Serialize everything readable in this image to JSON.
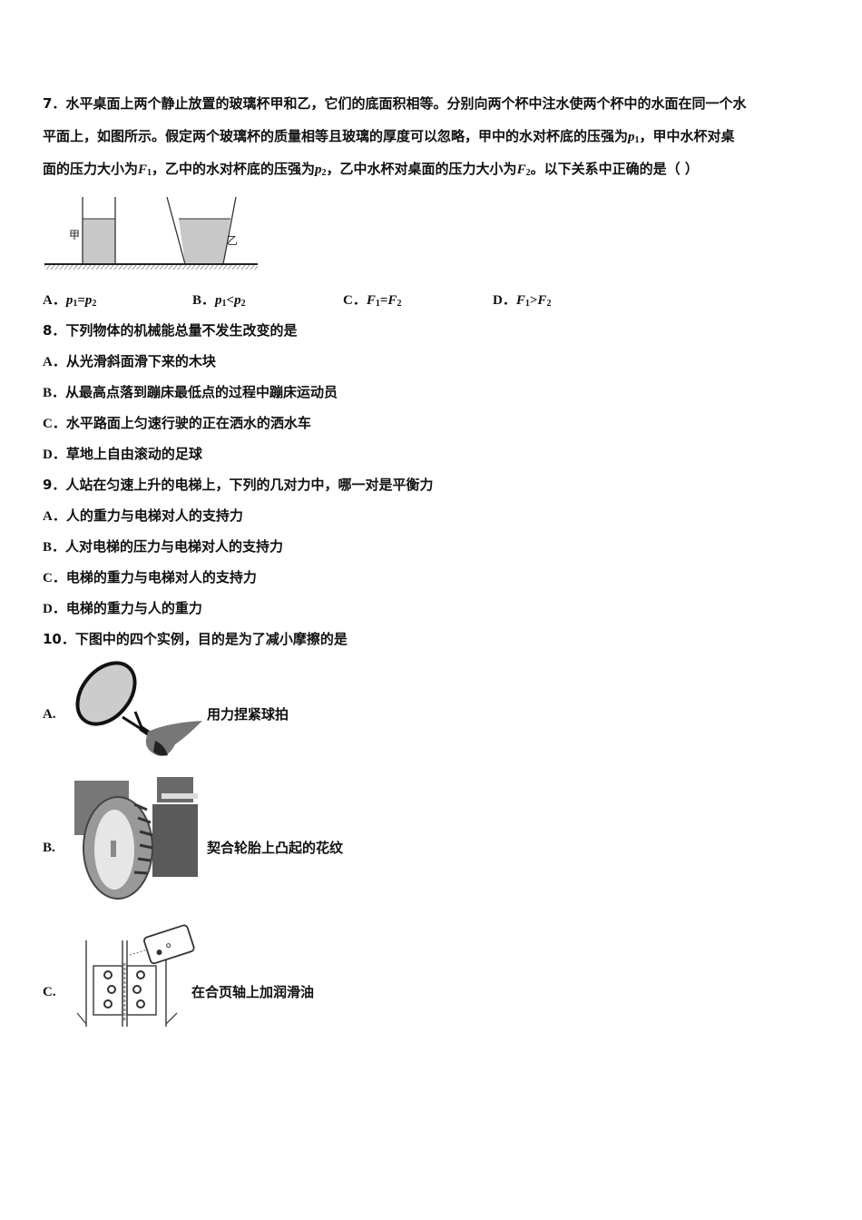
{
  "q7": {
    "number": "7．",
    "line1": "水平桌面上两个静止放置的玻璃杯甲和乙，它们的底面积相等。分别向两个杯中注水使两个杯中的水面在同一个水",
    "line2a": "平面上，如图所示。假定两个玻璃杯的质量相等且玻璃的厚度可以忽略，甲中的水对杯底的压强为",
    "line2_var": "p",
    "line2_sub": "1",
    "line2b": "，甲中水杯对桌",
    "line3a": "面的压力大小为",
    "line3_var1": "F",
    "line3_sub1": "1",
    "line3b": "，乙中的水对杯底的压强为",
    "line3_var2": "p",
    "line3_sub2": "2",
    "line3c": "，乙中水杯对桌面的压力大小为",
    "line3_var3": "F",
    "line3_sub3": "2",
    "line3d": "。以下关系中正确的是（ ）",
    "figure": {
      "label_left": "甲",
      "label_right": "乙",
      "water_color": "#c8c8c8"
    },
    "options": [
      {
        "label": "A．",
        "lhs": "p",
        "lhs_sub": "1",
        "op": "=",
        "rhs": "p",
        "rhs_sub": "2"
      },
      {
        "label": "B．",
        "lhs": "p",
        "lhs_sub": "1",
        "op": "<",
        "rhs": "p",
        "rhs_sub": "2"
      },
      {
        "label": "C．",
        "lhs": "F",
        "lhs_sub": "1",
        "op": "=",
        "rhs": "F",
        "rhs_sub": "2"
      },
      {
        "label": "D．",
        "lhs": "F",
        "lhs_sub": "1",
        "op": ">",
        "rhs": "F",
        "rhs_sub": "2"
      }
    ]
  },
  "q8": {
    "stem": "8．下列物体的机械能总量不发生改变的是",
    "options": [
      {
        "label": "A．",
        "text": "从光滑斜面滑下来的木块"
      },
      {
        "label": "B．",
        "text": "从最高点落到蹦床最低点的过程中蹦床运动员"
      },
      {
        "label": "C．",
        "text": "水平路面上匀速行驶的正在洒水的洒水车"
      },
      {
        "label": "D．",
        "text": "草地上自由滚动的足球"
      }
    ]
  },
  "q9": {
    "stem": "9．人站在匀速上升的电梯上，下列的几对力中，哪一对是平衡力",
    "options": [
      {
        "label": "A．",
        "text": "人的重力与电梯对人的支持力"
      },
      {
        "label": "B．",
        "text": "人对电梯的压力与电梯对人的支持力"
      },
      {
        "label": "C．",
        "text": "电梯的重力与电梯对人的支持力"
      },
      {
        "label": "D．",
        "text": "电梯的重力与人的重力"
      }
    ]
  },
  "q10": {
    "stem": "10．下图中的四个实例，目的是为了减小摩擦的是",
    "options": [
      {
        "label": "A.",
        "text": "用力捏紧球拍",
        "image": "tennis-racket-grip"
      },
      {
        "label": "B.",
        "text": "契合轮胎上凸起的花纹",
        "image": "tractor-tire-tread"
      },
      {
        "label": "C.",
        "text": "在合页轴上加润滑油",
        "image": "hinge-oil-can"
      }
    ]
  }
}
